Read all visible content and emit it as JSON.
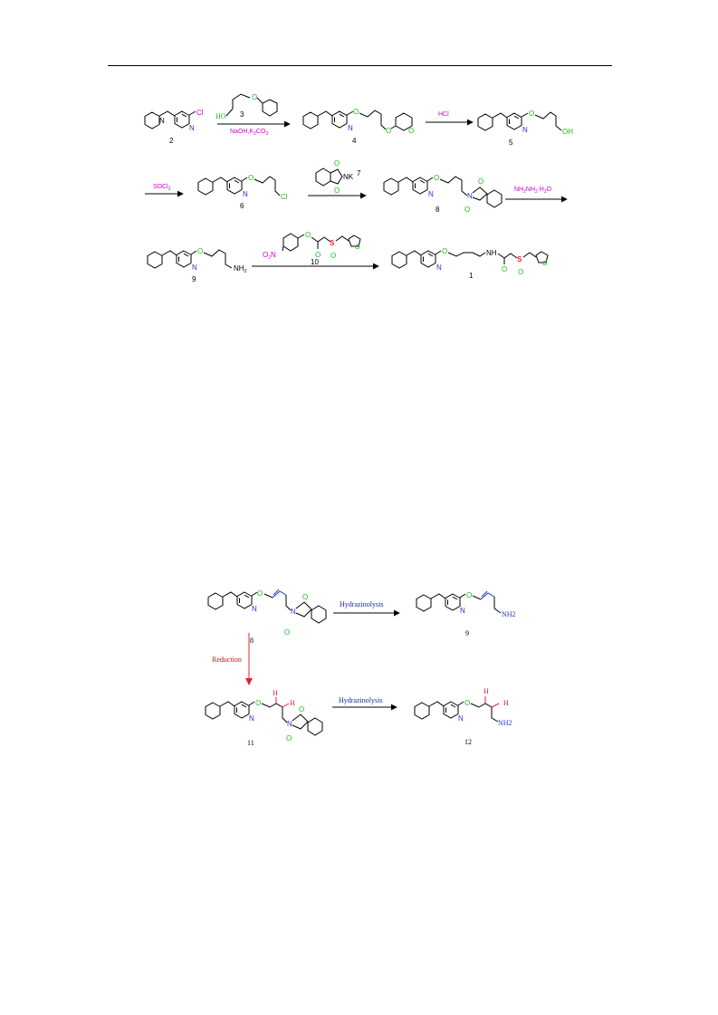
{
  "scheme1": {
    "atoms": {
      "cl": "Cl",
      "n": "N",
      "ho": "HO",
      "o": "O",
      "oh": "OH",
      "nh": "NH",
      "nk": "NK",
      "s": "S",
      "nh2": "NH",
      "sub2": "2",
      "o2n": "O",
      "sub_o2n": "2",
      "o2n_n": "N"
    },
    "compounds": {
      "c2": "2",
      "c3": "3",
      "c4": "4",
      "c5": "5",
      "c6": "6",
      "c7": "7",
      "c8": "8",
      "c9": "9",
      "c10": "10",
      "c1": "1"
    },
    "reagents": {
      "step1": "NaOH,K",
      "step1_sub": "2",
      "step1_tail": "CO",
      "step1_sub2": "3",
      "step2": "HCl",
      "step3": "SOCl",
      "step3_sub": "2",
      "step5": "NH",
      "step5_sub": "2",
      "step5_mid": "NH",
      "step5_sub2": "2",
      "step5_tail": " H",
      "step5_sub3": "2",
      "step5_end": "O"
    }
  },
  "scheme2": {
    "atoms": {
      "o": "O",
      "n": "N",
      "h": "H",
      "nh2": "NH2"
    },
    "compounds": {
      "c8": "8",
      "c9": "9",
      "c11": "11",
      "c12": "12"
    },
    "reagents": {
      "hydrazinolysis_top": "Hydrazinolysis",
      "reduction": "Reduction",
      "hydrazinolysis_bottom": "Hydrazinolysis"
    }
  },
  "colors": {
    "bond": "#000000",
    "heteroatom_o": "#1bbf1b",
    "heteroatom_n": "#2233cc",
    "reagent": "#cc00cc",
    "highlight": "#e0203a",
    "serif_label": "#1a2a9a"
  }
}
